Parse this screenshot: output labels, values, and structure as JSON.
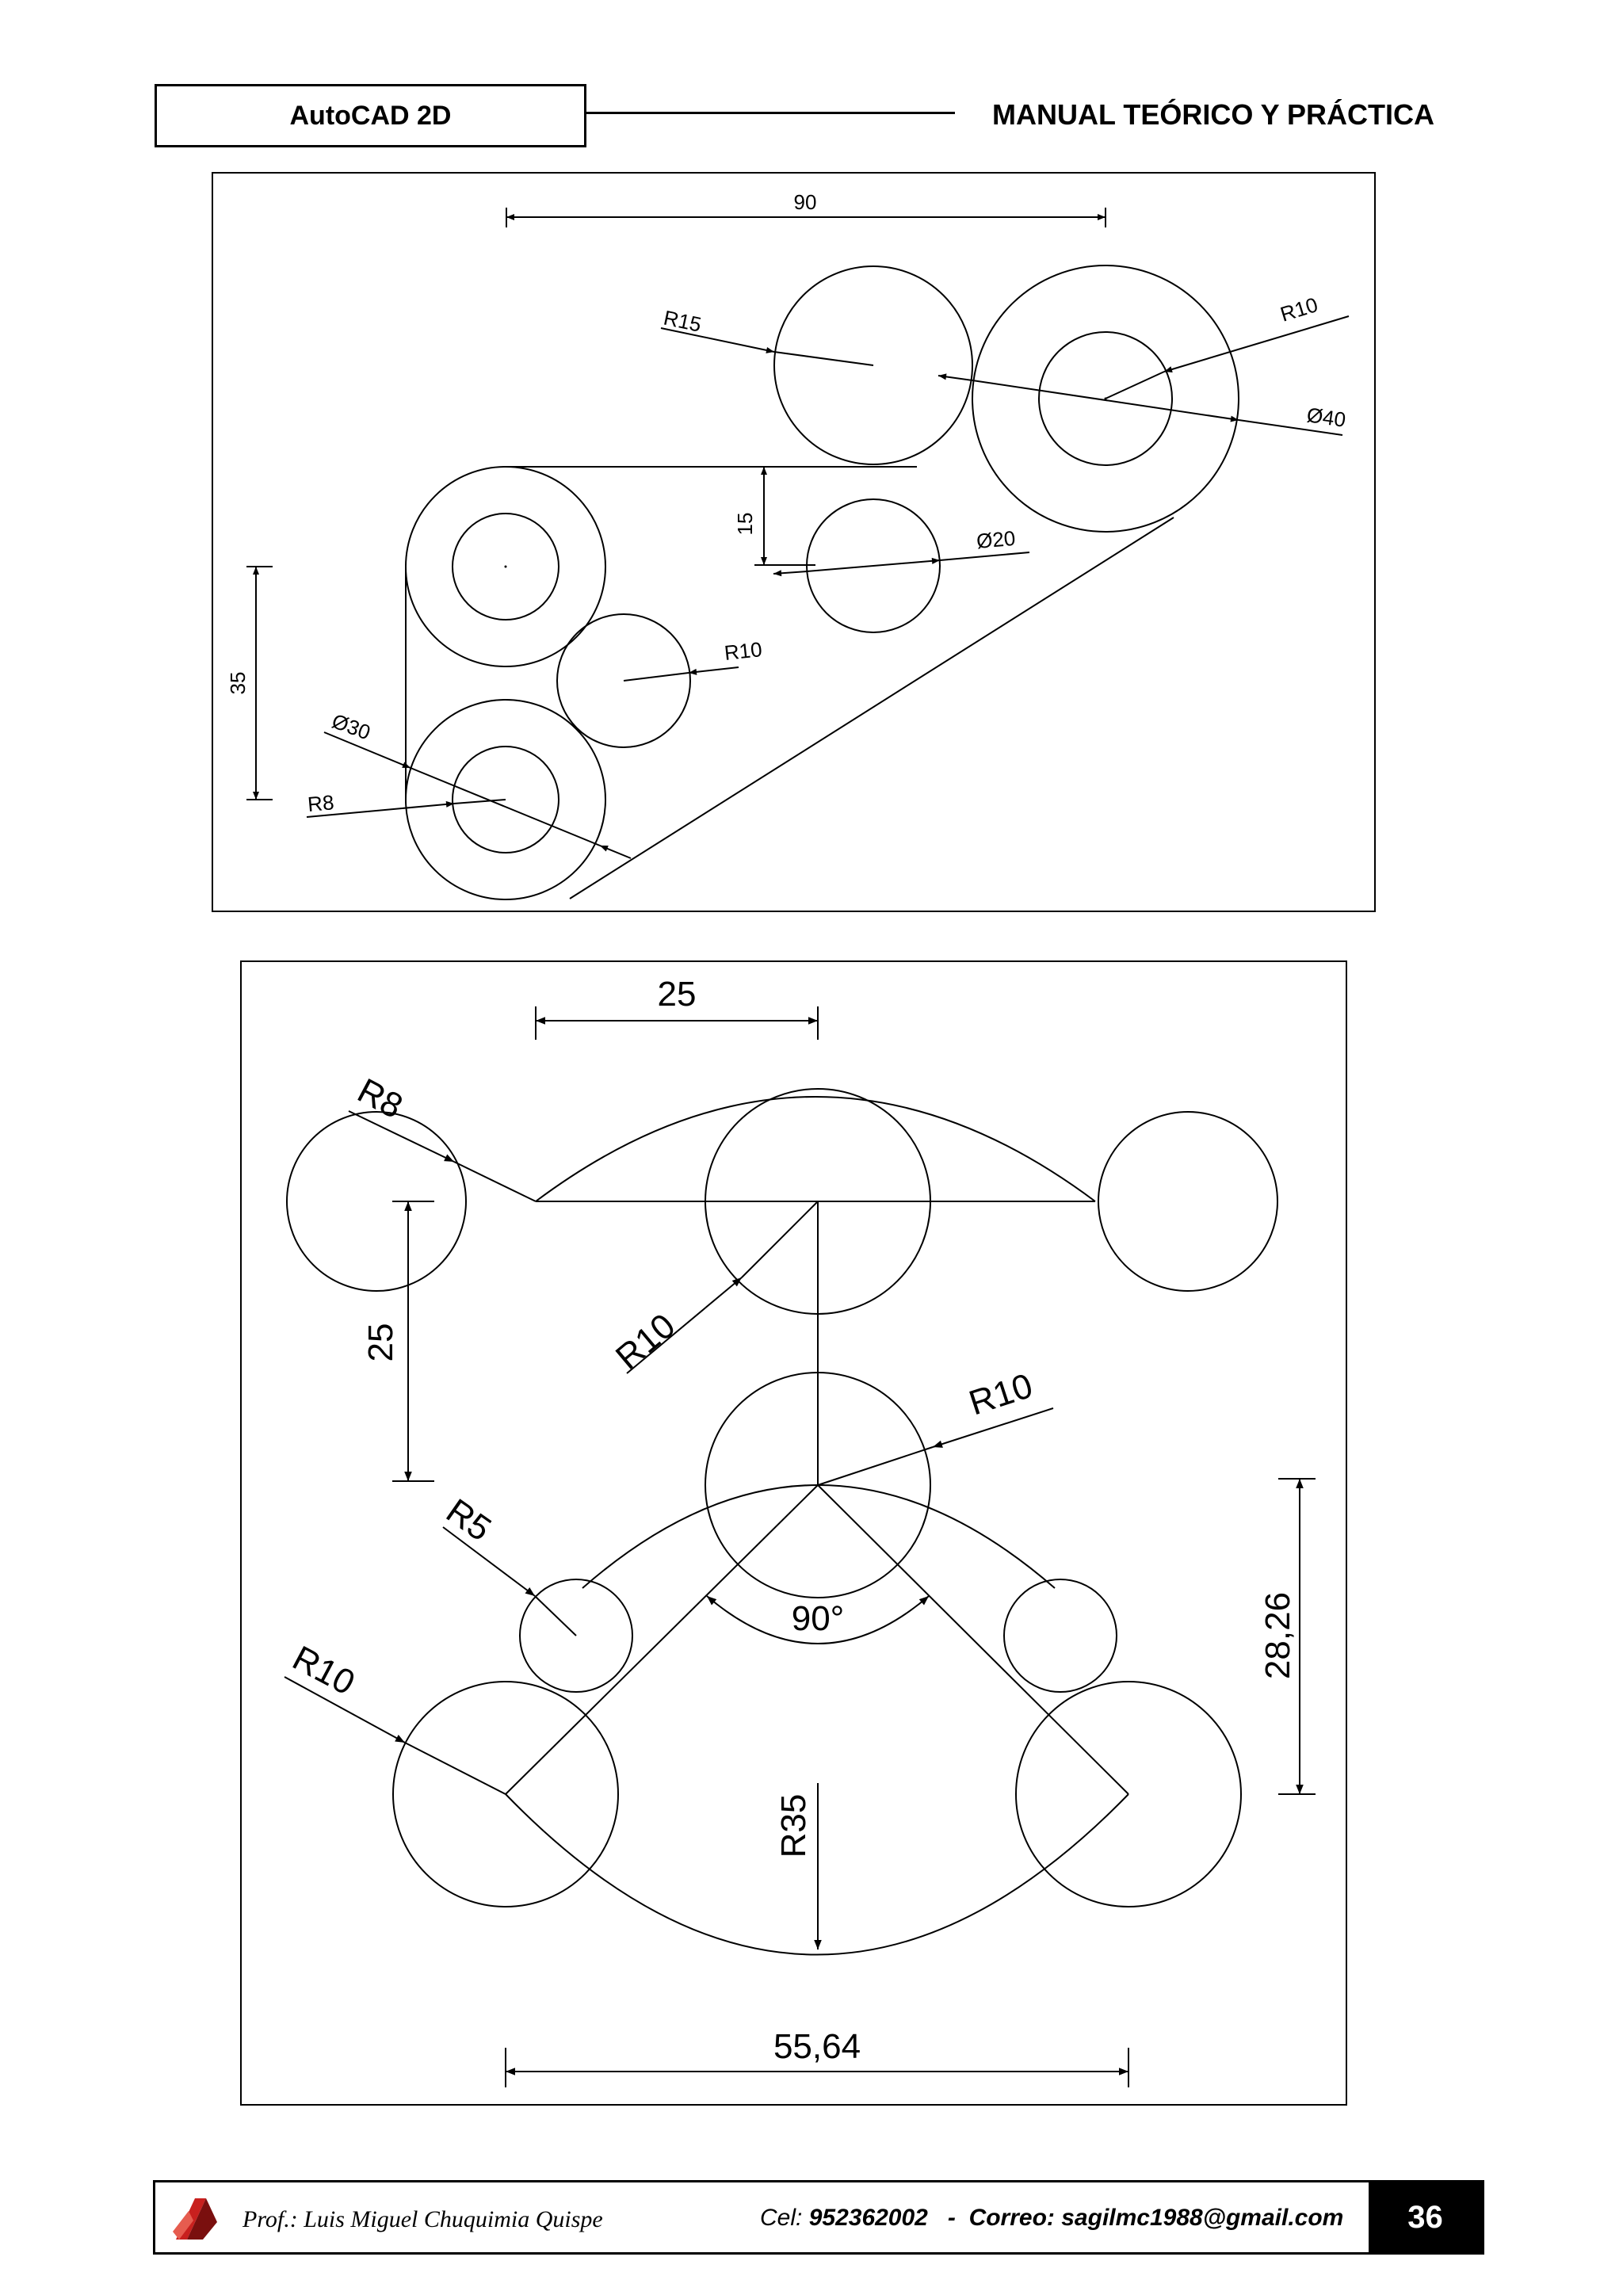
{
  "header": {
    "left_title": "AutoCAD 2D",
    "right_title": "MANUAL TEÓRICO Y PRÁCTICA"
  },
  "figure1": {
    "dim_top": "90",
    "dim_r15": "R15",
    "dim_r10_top": "R10",
    "dim_d40": "Ø40",
    "dim_15": "15",
    "dim_d20": "Ø20",
    "dim_r10_mid": "R10",
    "dim_35": "35",
    "dim_d30": "Ø30",
    "dim_r8": "R8"
  },
  "figure2": {
    "dim_25_top": "25",
    "dim_r8": "R8",
    "dim_25_left": "25",
    "dim_r10_a": "R10",
    "dim_r10_b": "R10",
    "dim_r5": "R5",
    "dim_90": "90°",
    "dim_r10_c": "R10",
    "dim_r35": "R35",
    "dim_2826": "28,26",
    "dim_5564": "55,64"
  },
  "footer": {
    "prof": "Prof.: Luis Miguel Chuquimia Quispe",
    "cel_label": "Cel:",
    "cel_value": "952362002",
    "separator": "-",
    "email_label": "Correo:",
    "email_value": "sagilmc1988@gmail.com",
    "page_number": "36"
  },
  "colors": {
    "ink": "#000000",
    "logo_red": "#c8201e"
  },
  "icons": {
    "footer_logo": "autocad-logo-icon"
  }
}
